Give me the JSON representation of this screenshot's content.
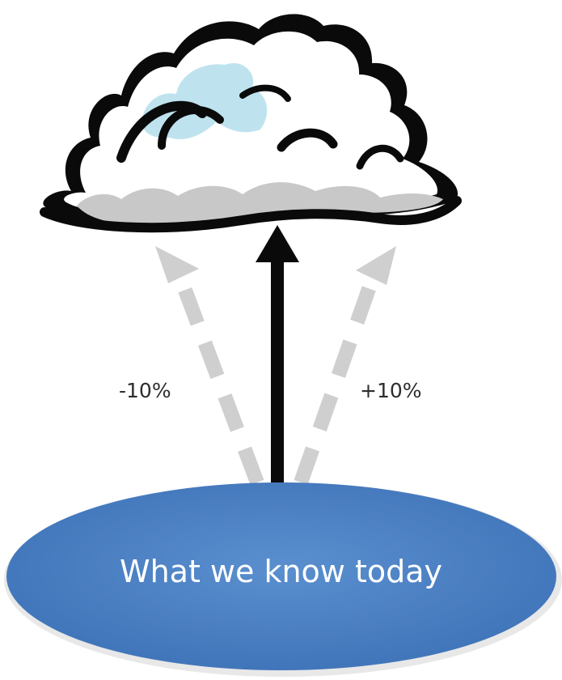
{
  "diagram": {
    "minus_label": "-10%",
    "plus_label": "+10%",
    "base_label": "What we know today"
  },
  "colors": {
    "base_fill": "#4a7fc1",
    "cloud_outline": "#0a0a0a",
    "cloud_shadow": "#c8c8c8",
    "cloud_highlight": "#bfe3ee",
    "central_arrow": "#0a0a0a",
    "side_arrows": "#cfcfcf",
    "label_text": "#2d2d2d"
  }
}
